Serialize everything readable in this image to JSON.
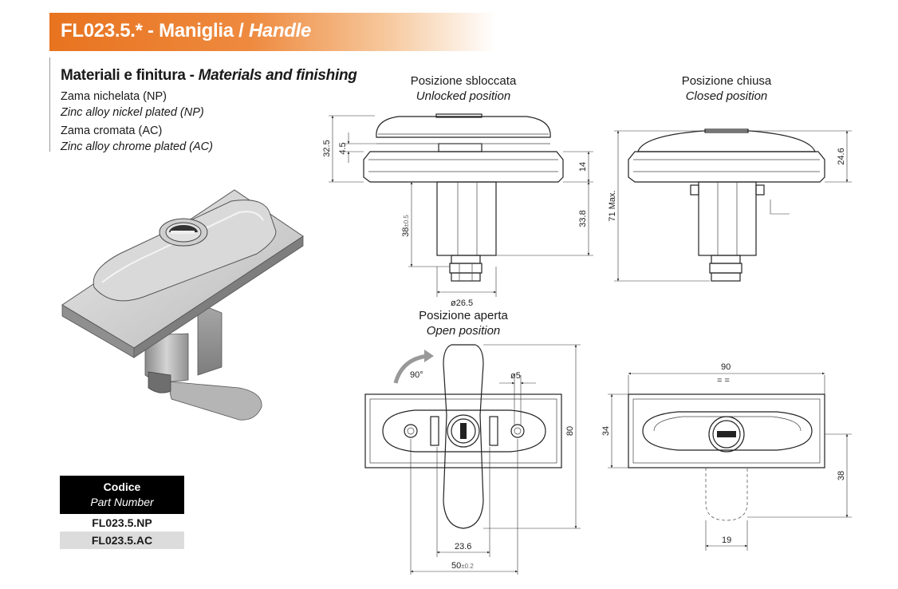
{
  "header": {
    "code": "FL023.5.*",
    "separator": " - ",
    "title_it": "Maniglia",
    "slash": " / ",
    "title_en": "Handle"
  },
  "materials": {
    "heading_it": "Materiali e finitura",
    "heading_sep": " - ",
    "heading_en": "Materials and finishing",
    "lines": [
      {
        "text": "Zama nichelata (NP)",
        "italic": false
      },
      {
        "text": "Zinc alloy nickel plated (NP)",
        "italic": true
      },
      {
        "text": "Zama cromata (AC)",
        "italic": false
      },
      {
        "text": "Zinc alloy chrome plated (AC)",
        "italic": true
      }
    ]
  },
  "views": {
    "unlocked": {
      "title": "Posizione sbloccata",
      "subtitle": "Unlocked position"
    },
    "closed": {
      "title": "Posizione chiusa",
      "subtitle": "Closed position"
    },
    "open": {
      "title": "Posizione aperta",
      "subtitle": "Open position"
    }
  },
  "dimensions": {
    "d32_5": "32.5",
    "d4_5": "4.5",
    "d14": "14",
    "d38": "38",
    "d38_tol": "±0.5",
    "d33_8": "33.8",
    "d71": "71 Max.",
    "d24_6": "24.6",
    "d26_5": "ø26.5",
    "d90deg": "90°",
    "d5": "ø5",
    "d80": "80",
    "d23_6": "23.6",
    "d50": "50",
    "d50_tol": "±0.2",
    "d90": "90",
    "d34": "34",
    "d38b": "38",
    "d19": "19"
  },
  "codes": {
    "header_it": "Codice",
    "header_en": "Part Number",
    "items": [
      "FL023.5.NP",
      "FL023.5.AC"
    ]
  }
}
